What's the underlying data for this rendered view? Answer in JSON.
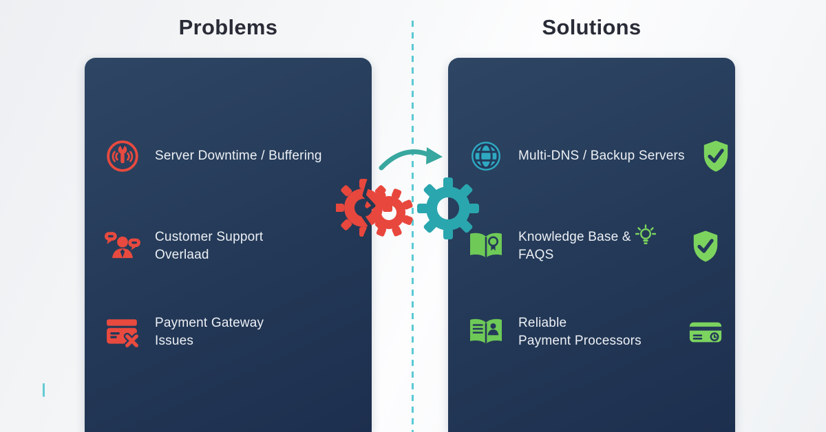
{
  "problems": {
    "title": "Problems",
    "items": [
      {
        "icon": "broadcast-wrench-icon",
        "lines": [
          "Server Downtime / Buffering"
        ]
      },
      {
        "icon": "support-agent-icon",
        "lines": [
          "Customer Support",
          "Overlaad"
        ]
      },
      {
        "icon": "card-declined-icon",
        "lines": [
          "Payment Gateway",
          "Issues"
        ]
      }
    ]
  },
  "solutions": {
    "title": "Solutions",
    "items": [
      {
        "icon": "globe-icon",
        "lines": [
          "Multi-DNS / Backup Servers"
        ],
        "right_icon": "shield-check-icon"
      },
      {
        "icon": "book-badge-icon",
        "lines": [
          "Knowledge Base &",
          "FAQS"
        ],
        "inline_icon": "lightbulb-icon",
        "right_icon": "shield-check-icon"
      },
      {
        "icon": "book-person-icon",
        "lines": [
          "Reliable",
          "Payment Processors"
        ],
        "right_icon": "credit-card-icon"
      }
    ]
  },
  "center": {
    "left_icon": "broken-gears-icon",
    "right_icon": "gear-icon",
    "arrow_icon": "transform-arrow-icon"
  },
  "colors": {
    "panel_navy": "#243a58",
    "accent_red": "#e84a3f",
    "accent_teal": "#2fa9c2",
    "gear_teal": "#2aa6ae",
    "arrow_teal": "#38a79f",
    "accent_green": "#7cd45f",
    "book_green": "#6ec957",
    "dash_teal": "#3fc0cd",
    "title_text": "#292c37",
    "panel_text": "#edf0f5"
  }
}
